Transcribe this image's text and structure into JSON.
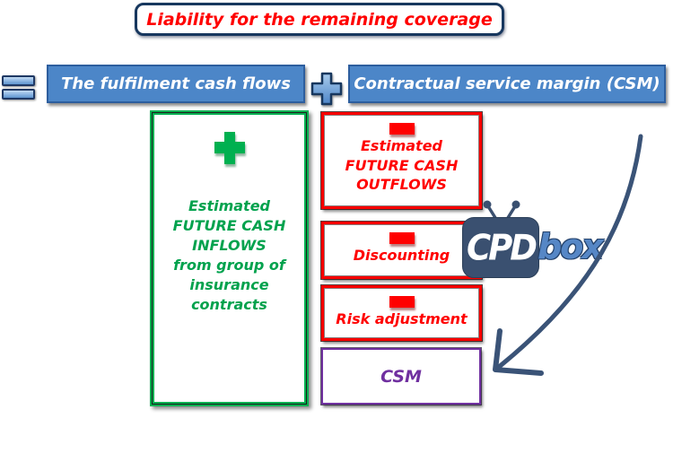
{
  "title": {
    "label": "Liability for the remaining coverage"
  },
  "equation": {
    "equals_icon": "equals-icon",
    "left_label": "The fulfilment cash flows",
    "plus_icon": "plus-icon",
    "right_label": "Contractual service margin (CSM)"
  },
  "inflows_box": {
    "icon": "plus-icon",
    "lines": [
      "Estimated",
      "FUTURE CASH",
      "INFLOWS",
      "from group of",
      "insurance",
      "contracts"
    ]
  },
  "outflow_items": [
    {
      "icon": "minus-icon",
      "lines": [
        "Estimated",
        "FUTURE CASH",
        "OUTFLOWS"
      ]
    },
    {
      "icon": "minus-icon",
      "lines": [
        "Discounting"
      ]
    },
    {
      "icon": "minus-icon",
      "lines": [
        "Risk adjustment"
      ]
    }
  ],
  "csm_box": {
    "label": "CSM"
  },
  "logo": {
    "tv_icon": "tv-icon",
    "tv_label": "CPD",
    "suffix": "box"
  },
  "arrow": {
    "icon": "curved-arrow-icon"
  },
  "colors": {
    "red": "#FF0000",
    "green": "#00B050",
    "purple": "#7030A0",
    "header_blue": "#4C86C8",
    "navy": "#1F3864",
    "logo_navy": "#3A5070",
    "logo_blue": "#5687C6"
  }
}
